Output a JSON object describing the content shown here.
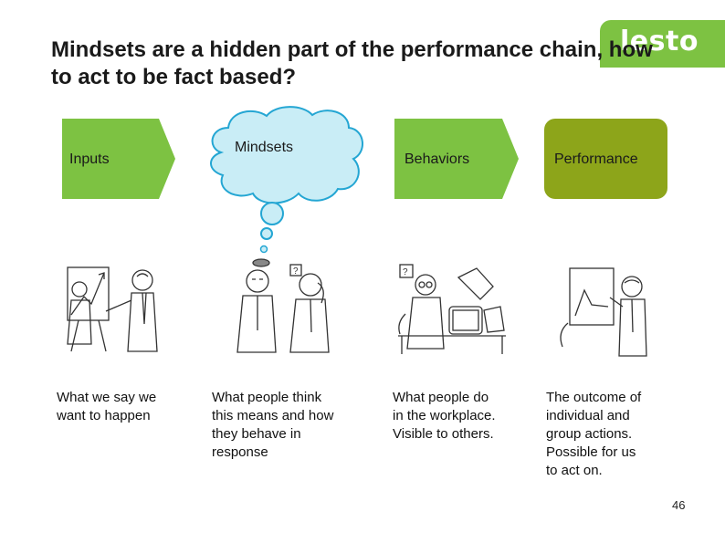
{
  "title": "Mindsets are a hidden part of the performance chain, how to act to be fact based?",
  "logo": "lesto",
  "stages": {
    "inputs": "Inputs",
    "mindsets": "Mindsets",
    "behaviors": "Behaviors",
    "performance": "Performance"
  },
  "descriptions": {
    "inputs": "What we say we\nwant to happen",
    "mindsets": "What people think\nthis means and how\nthey behave in\nresponse",
    "behaviors": "What people do\nin the workplace.\nVisible to others.",
    "performance": "The outcome of\nindividual and\ngroup actions.\nPossible for us\nto act on."
  },
  "page_number": "46",
  "colors": {
    "accent_green": "#7dc242",
    "performance_olive": "#8da51a",
    "cloud_fill": "#c9edf6",
    "cloud_stroke": "#24a6d3"
  }
}
